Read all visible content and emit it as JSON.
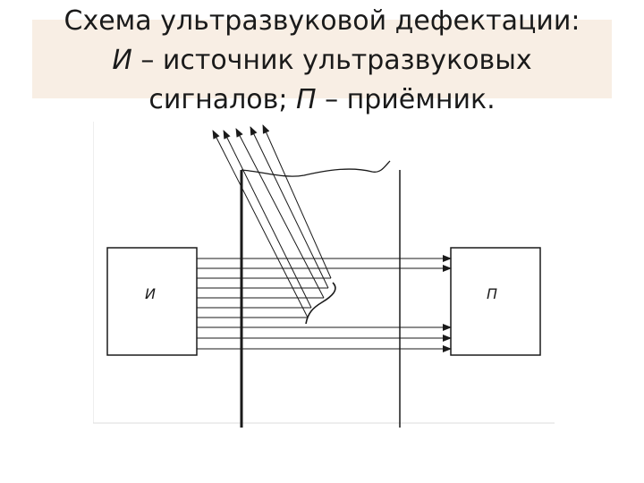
{
  "title": {
    "line1": "Схема ультразвуковой дефектации:",
    "line2_em1": "И",
    "line2_rest": " – источник ультразвуковых",
    "line3_start": "сигналов; ",
    "line3_em": "П",
    "line3_rest": " – приёмник."
  },
  "diagram": {
    "source_label": "И",
    "receiver_label": "П"
  },
  "colors": {
    "ink": "#1a1a1a",
    "title_band": "#f8eee4",
    "figure_border": "#dddddd"
  }
}
